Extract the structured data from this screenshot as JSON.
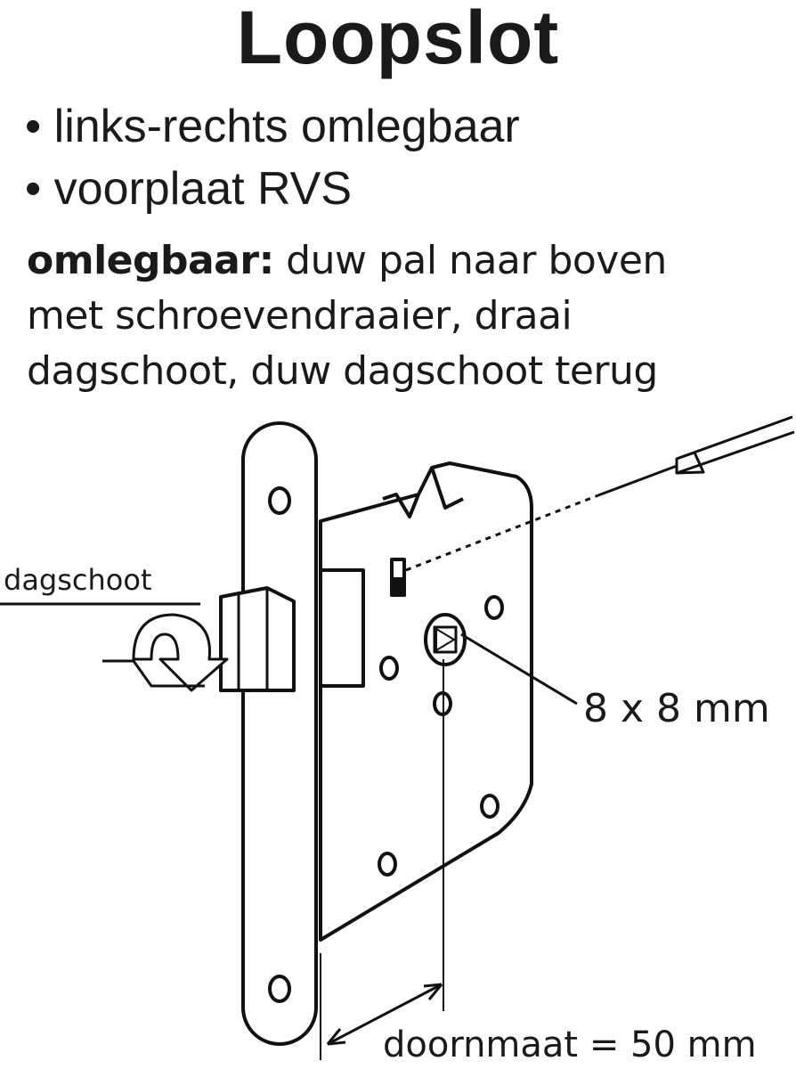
{
  "title": "Loopslot",
  "bullets": [
    "• links-rechts omlegbaar",
    "• voorplaat RVS"
  ],
  "instructions": {
    "label": "omlegbaar:",
    "lines": [
      " duw pal naar boven",
      "met schroevendraaier, draai",
      "dagschoot, duw dagschoot terug"
    ]
  },
  "diagram_labels": {
    "latch": "dagschoot",
    "spindle": "8 x 8 mm",
    "backset": "doornmaat = 50 mm"
  }
}
